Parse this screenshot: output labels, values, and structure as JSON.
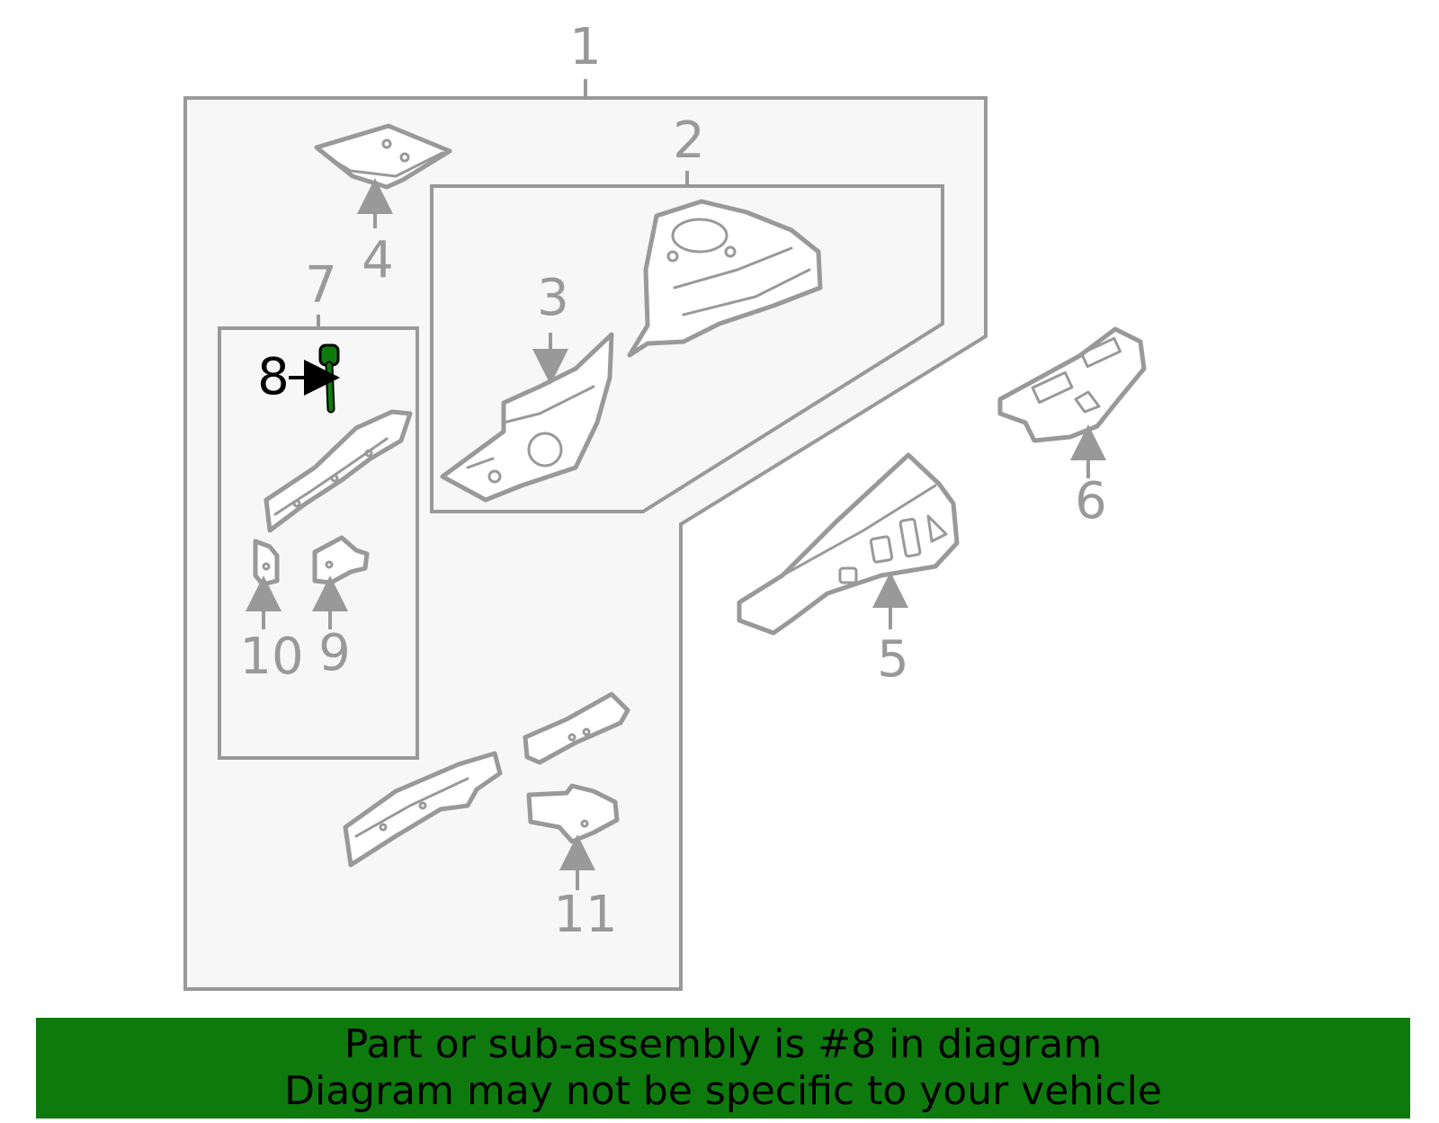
{
  "diagram": {
    "callouts": {
      "c1": "1",
      "c2": "2",
      "c3": "3",
      "c4": "4",
      "c5": "5",
      "c6": "6",
      "c7": "7",
      "c8": "8",
      "c9": "9",
      "c10": "10",
      "c11": "11"
    },
    "highlighted_part": "8",
    "colors": {
      "line": "#999999",
      "highlight": "#0e7a0e",
      "panel": "#f7f7f7"
    }
  },
  "banner": {
    "line1": "Part or sub-assembly is #8 in diagram",
    "line2": "Diagram may not be specific to your vehicle"
  }
}
